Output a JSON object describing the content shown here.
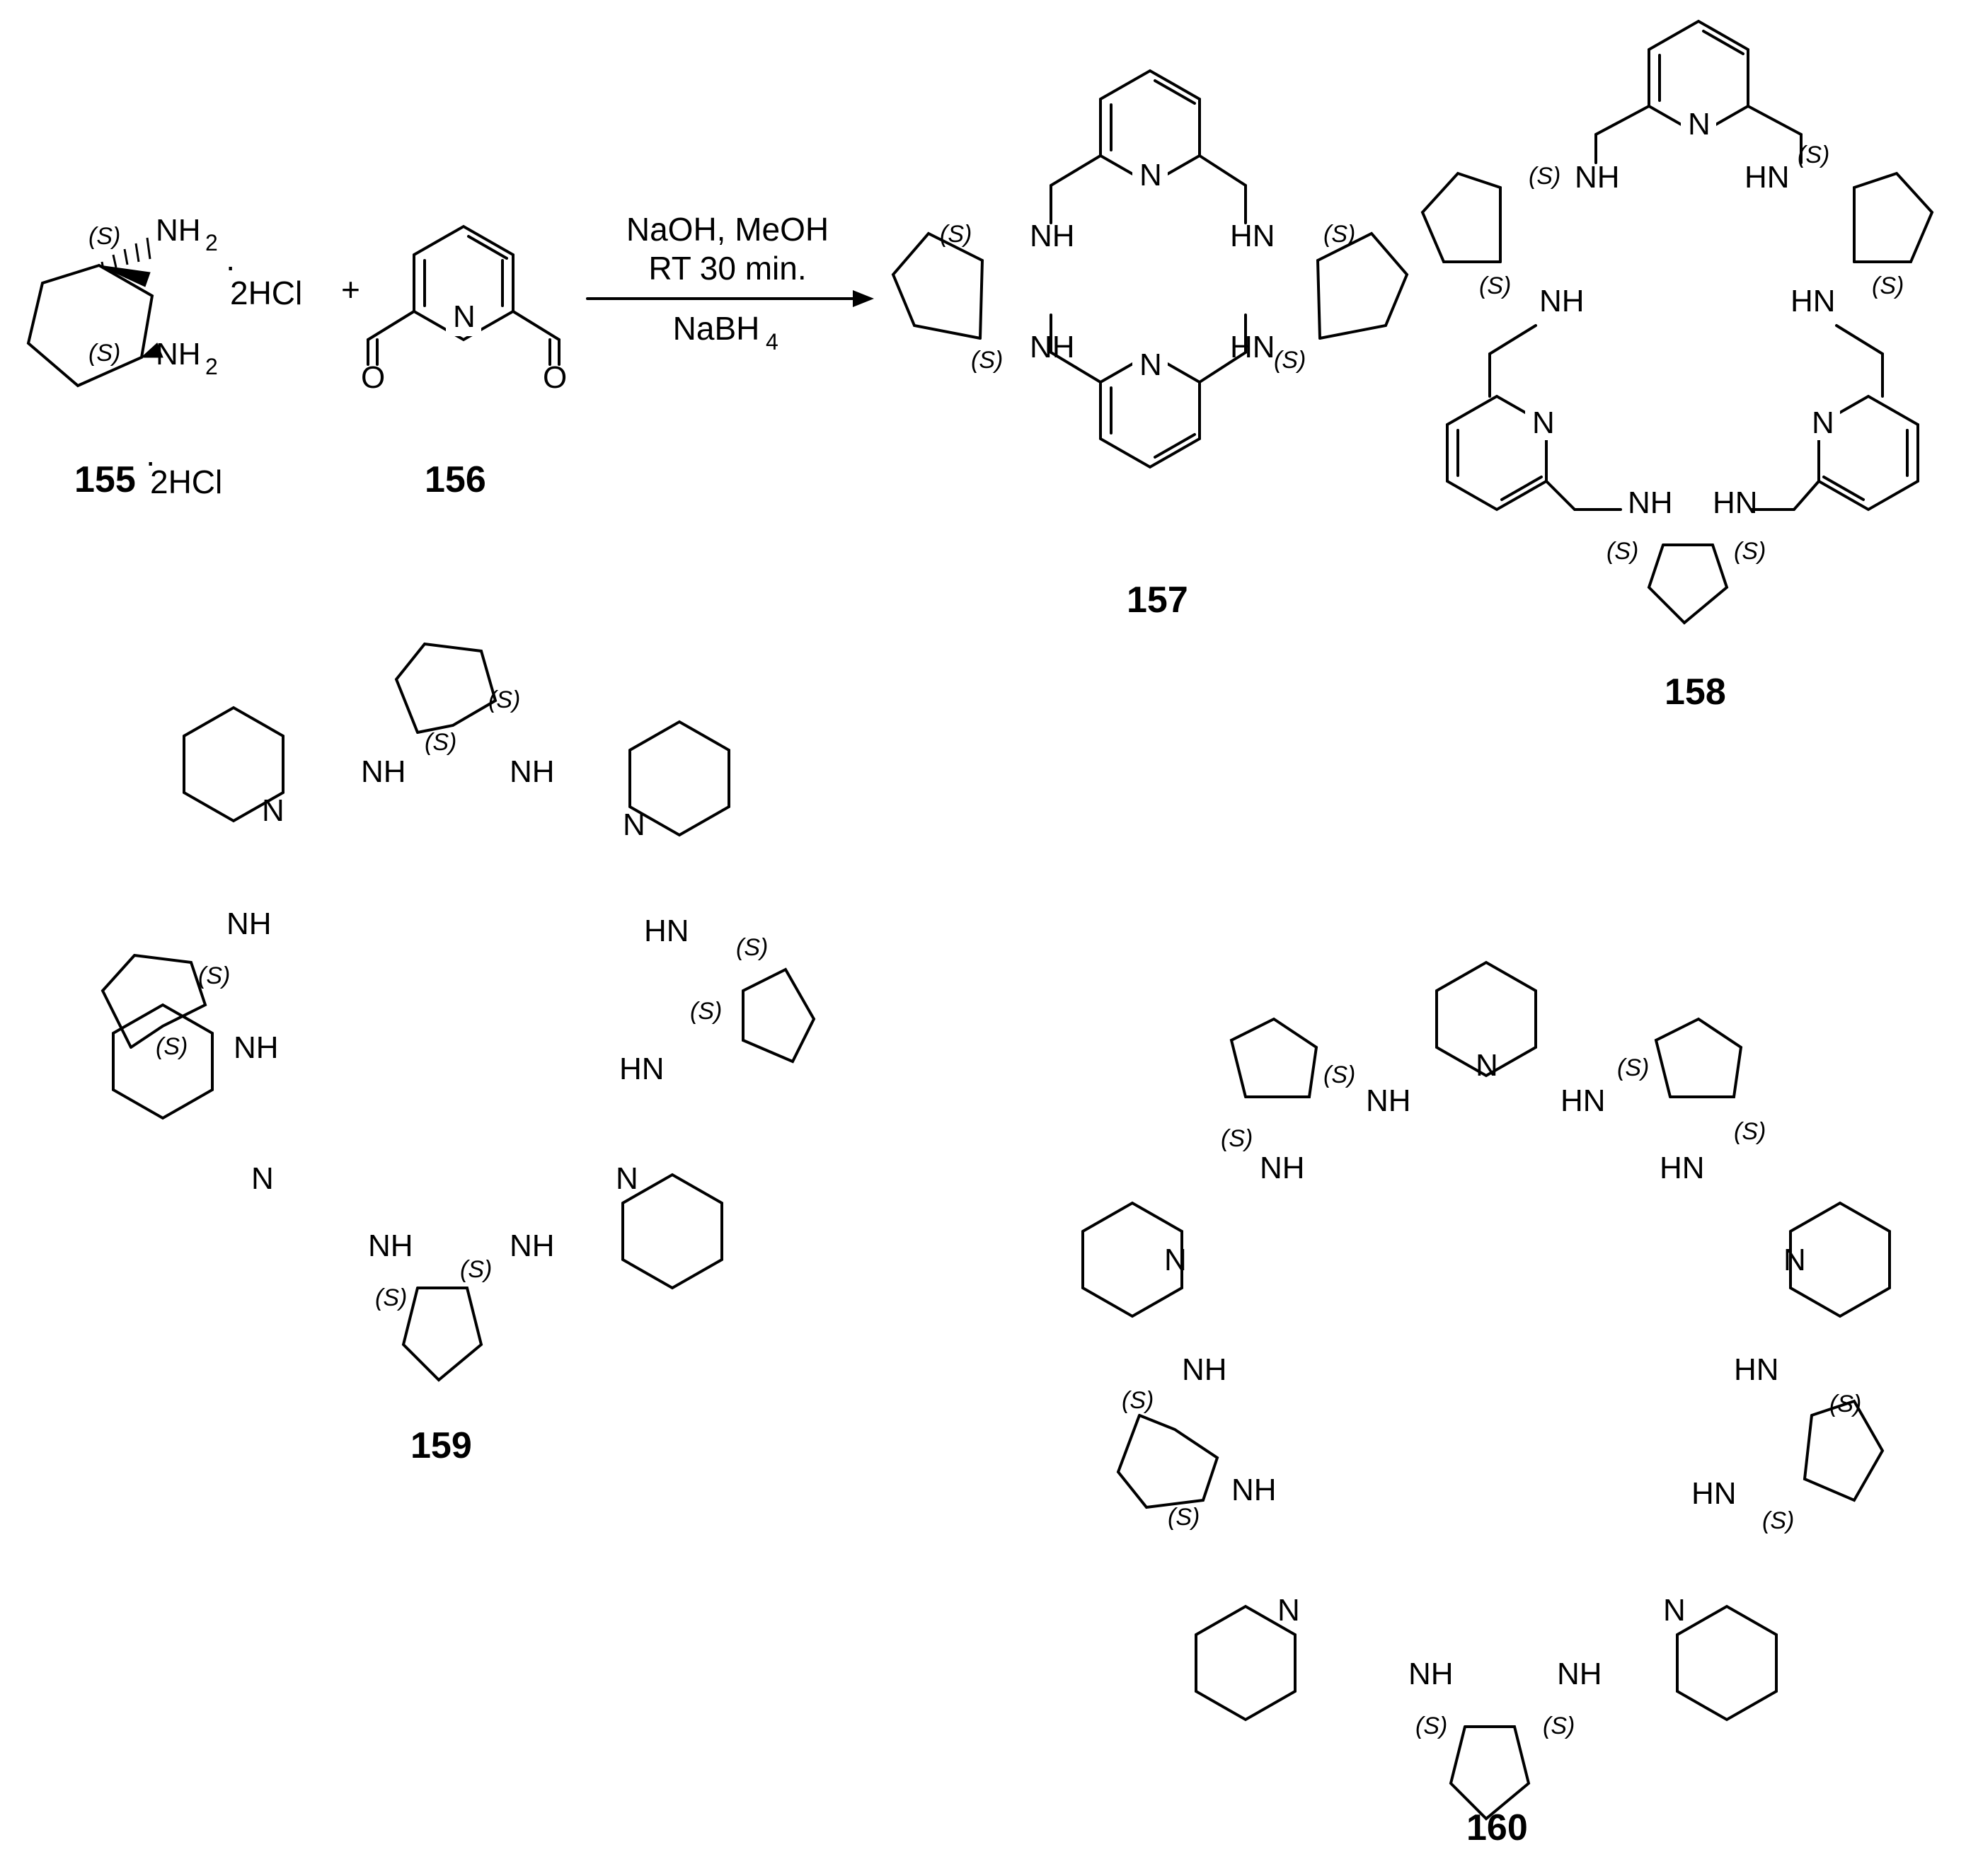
{
  "labels": {
    "stereo": "(S)",
    "amine": "NH",
    "amine_rev": "HN",
    "amino": "NH",
    "amino_sub": "2",
    "hcl": "2HCl",
    "hcl_salt": "2HCl",
    "pyridine_n": "N",
    "oxygen": "O",
    "plus": "+"
  },
  "conditions": {
    "line1": "NaOH, MeOH",
    "line2": "RT 30 min.",
    "line3": "NaBH",
    "line3_sub": "4"
  },
  "compounds": {
    "c155": "155",
    "c156": "156",
    "c157": "157",
    "c158": "158",
    "c159": "159",
    "c160": "160"
  }
}
